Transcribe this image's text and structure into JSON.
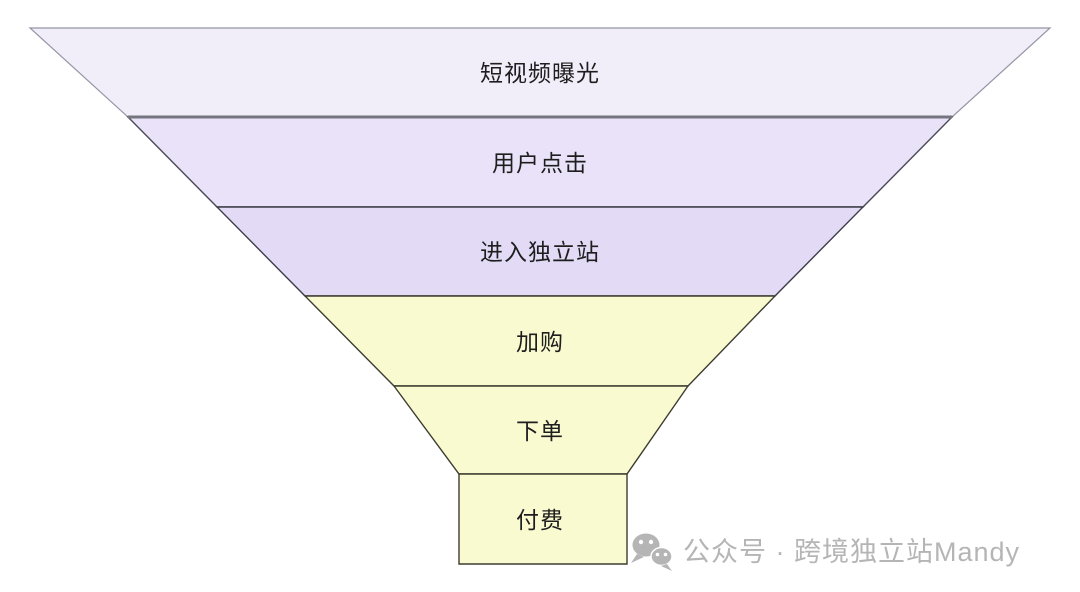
{
  "funnel": {
    "type": "funnel",
    "stages": [
      {
        "label": "短视频曝光",
        "fill": "#f1eefa"
      },
      {
        "label": "用户点击",
        "fill": "#e9e2f8"
      },
      {
        "label": "进入独立站",
        "fill": "#e3dbf6"
      },
      {
        "label": "加购",
        "fill": "#fafad0"
      },
      {
        "label": "下单",
        "fill": "#fafad0"
      },
      {
        "label": "付费",
        "fill": "#fafad0"
      }
    ],
    "label_color": "#1e1e1e"
  },
  "watermark": {
    "icon": "wechat-icon",
    "text": "公众号 · 跨境独立站Mandy",
    "color": "#b5b5b5"
  }
}
